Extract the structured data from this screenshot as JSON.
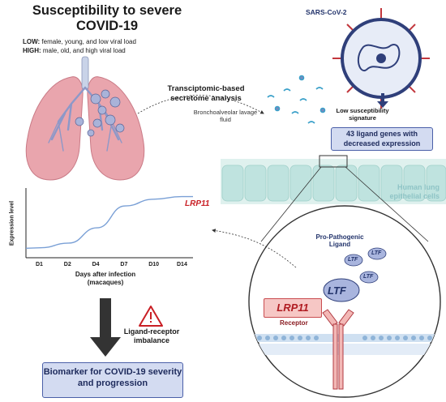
{
  "title": "Susceptibility to severe COVID-19",
  "susceptibility": {
    "low_label": "LOW:",
    "low_text": " female, young, and low viral load",
    "high_label": "HIGH:",
    "high_text": " male, old, and high viral load"
  },
  "virus_label": "SARS-CoV-2",
  "analysis": {
    "title": "Transciptomic-based secretome analysis",
    "sample": "Bronchoalveolar lavage fluid"
  },
  "signature": {
    "label": "Low susceptibility signature",
    "result": "43 ligand genes with decreased expression"
  },
  "cells_label": "Human lung epithelial cells",
  "chart_data": {
    "type": "line",
    "ylabel": "Expression level",
    "xlabel": "Days after infection (macaques)",
    "categories": [
      "D1",
      "D2",
      "D4",
      "D7",
      "D10",
      "D14"
    ],
    "series": [
      {
        "name": "LRP11",
        "values": [
          0.15,
          0.22,
          0.45,
          0.78,
          0.88,
          0.92
        ]
      }
    ],
    "ylim": [
      0,
      1
    ],
    "grid": false
  },
  "imbalance_label": "Ligand-receptor imbalance",
  "warning_icon": "warning-triangle-icon",
  "biomarker": "Biomarker for COVID-19 severity and progression",
  "zoom": {
    "ligand_label": "Pro-Pathogenic Ligand",
    "ligand_small": "LTF",
    "ligand_main": "LTF",
    "receptor_name": "LRP11",
    "receptor_label": "Receptor"
  },
  "colors": {
    "accent_blue": "#22336b",
    "box_fill": "#d3dbf1",
    "receptor_red": "#c91f25",
    "lung_pink": "#e9a5ad",
    "cell_teal": "#bfe3df"
  }
}
